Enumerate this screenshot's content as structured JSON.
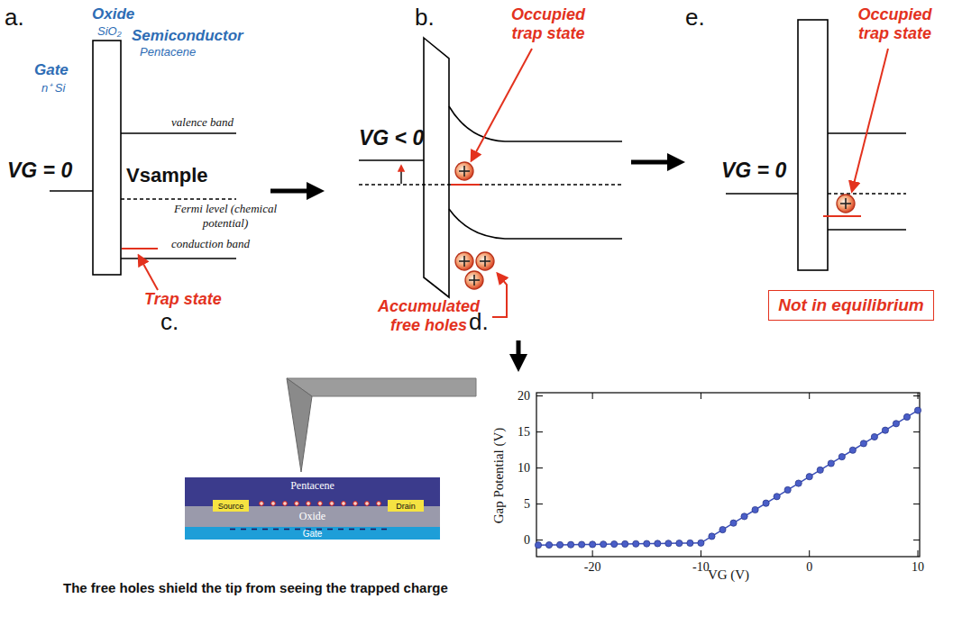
{
  "diagram": {
    "caption": "The free holes shield the tip from seeing the trapped charge",
    "nodes": [
      {
        "text": [
          "Not in equilibrium"
        ]
      },
      {
        "text": [
          "Pentacene"
        ]
      },
      {
        "text": [
          "Source"
        ]
      },
      {
        "text": [
          "Drain"
        ]
      },
      {
        "text": [
          "Oxide"
        ]
      },
      {
        "text": [
          "Gate"
        ]
      }
    ],
    "labels": [
      "a.",
      "Gate",
      "n⁺ Si",
      "Oxide",
      "SiO₂",
      "Semiconductor",
      "Pentacene",
      "valence band",
      "VG = 0",
      "Vsample",
      "Fermi level (chemical potential)",
      "conduction band",
      "Trap state",
      "b.",
      "VG < 0",
      "Occupied trap state",
      "Accumulated free holes",
      "e.",
      "VG = 0",
      "Occupied trap state",
      "c.",
      "d.",
      "Gap Potential (V)",
      "VG (V)",
      "0",
      "5",
      "10",
      "15",
      "20",
      "-20",
      "-10",
      "0",
      "10"
    ]
  }
}
